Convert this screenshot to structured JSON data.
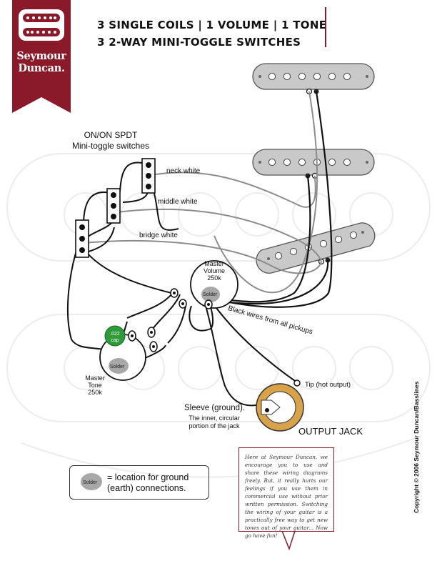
{
  "brand": {
    "name_line1": "Seymour",
    "name_line2": "Duncan."
  },
  "title": {
    "line1": "3 SINGLE COILS | 1 VOLUME | 1 TONE",
    "line2": "3 2-WAY MINI-TOGGLE SWITCHES"
  },
  "switches": {
    "heading_line1": "ON/ON SPDT",
    "heading_line2": "Mini-toggle switches"
  },
  "wires": {
    "neck": "neck white",
    "middle": "middle white",
    "bridge": "bridge white",
    "black": "Black wires from all pickups"
  },
  "volume": {
    "line1": "Master",
    "line2": "Volume",
    "line3": "250k",
    "solder": "Solder"
  },
  "tone": {
    "line1": "Master",
    "line2": "Tone",
    "line3": "250k",
    "solder": "Solder",
    "cap_line1": ".022",
    "cap_line2": "cap"
  },
  "jack": {
    "tip": "Tip (hot output)",
    "sleeve": "Sleeve (ground).",
    "sleeve_note_line1": "The inner, circular",
    "sleeve_note_line2": "portion of the jack",
    "name": "OUTPUT JACK"
  },
  "legend": {
    "solder": "Solder",
    "text_line1": "= location for ground",
    "text_line2": "(earth) connections."
  },
  "note": "Here at Seymour Duncan, we encourage you to use and share these wiring diagrams freely. But, it really hurts our feelings if you use them in commercial use without prior written permission. Switching the wiring of your guitar is a practically free way to get new tones out of your guitar... Now go have fun!",
  "copyright": "Copyright © 2006 Seymour Duncan/Basslines",
  "colors": {
    "brand": "#8a1a2a",
    "pickup": "#c9c9c9",
    "wire_white": "#8c8c8c",
    "wire_black": "#111111",
    "cap": "#2e9a3a",
    "jack": "#d8a24a",
    "solder": "#a8a8a8"
  }
}
